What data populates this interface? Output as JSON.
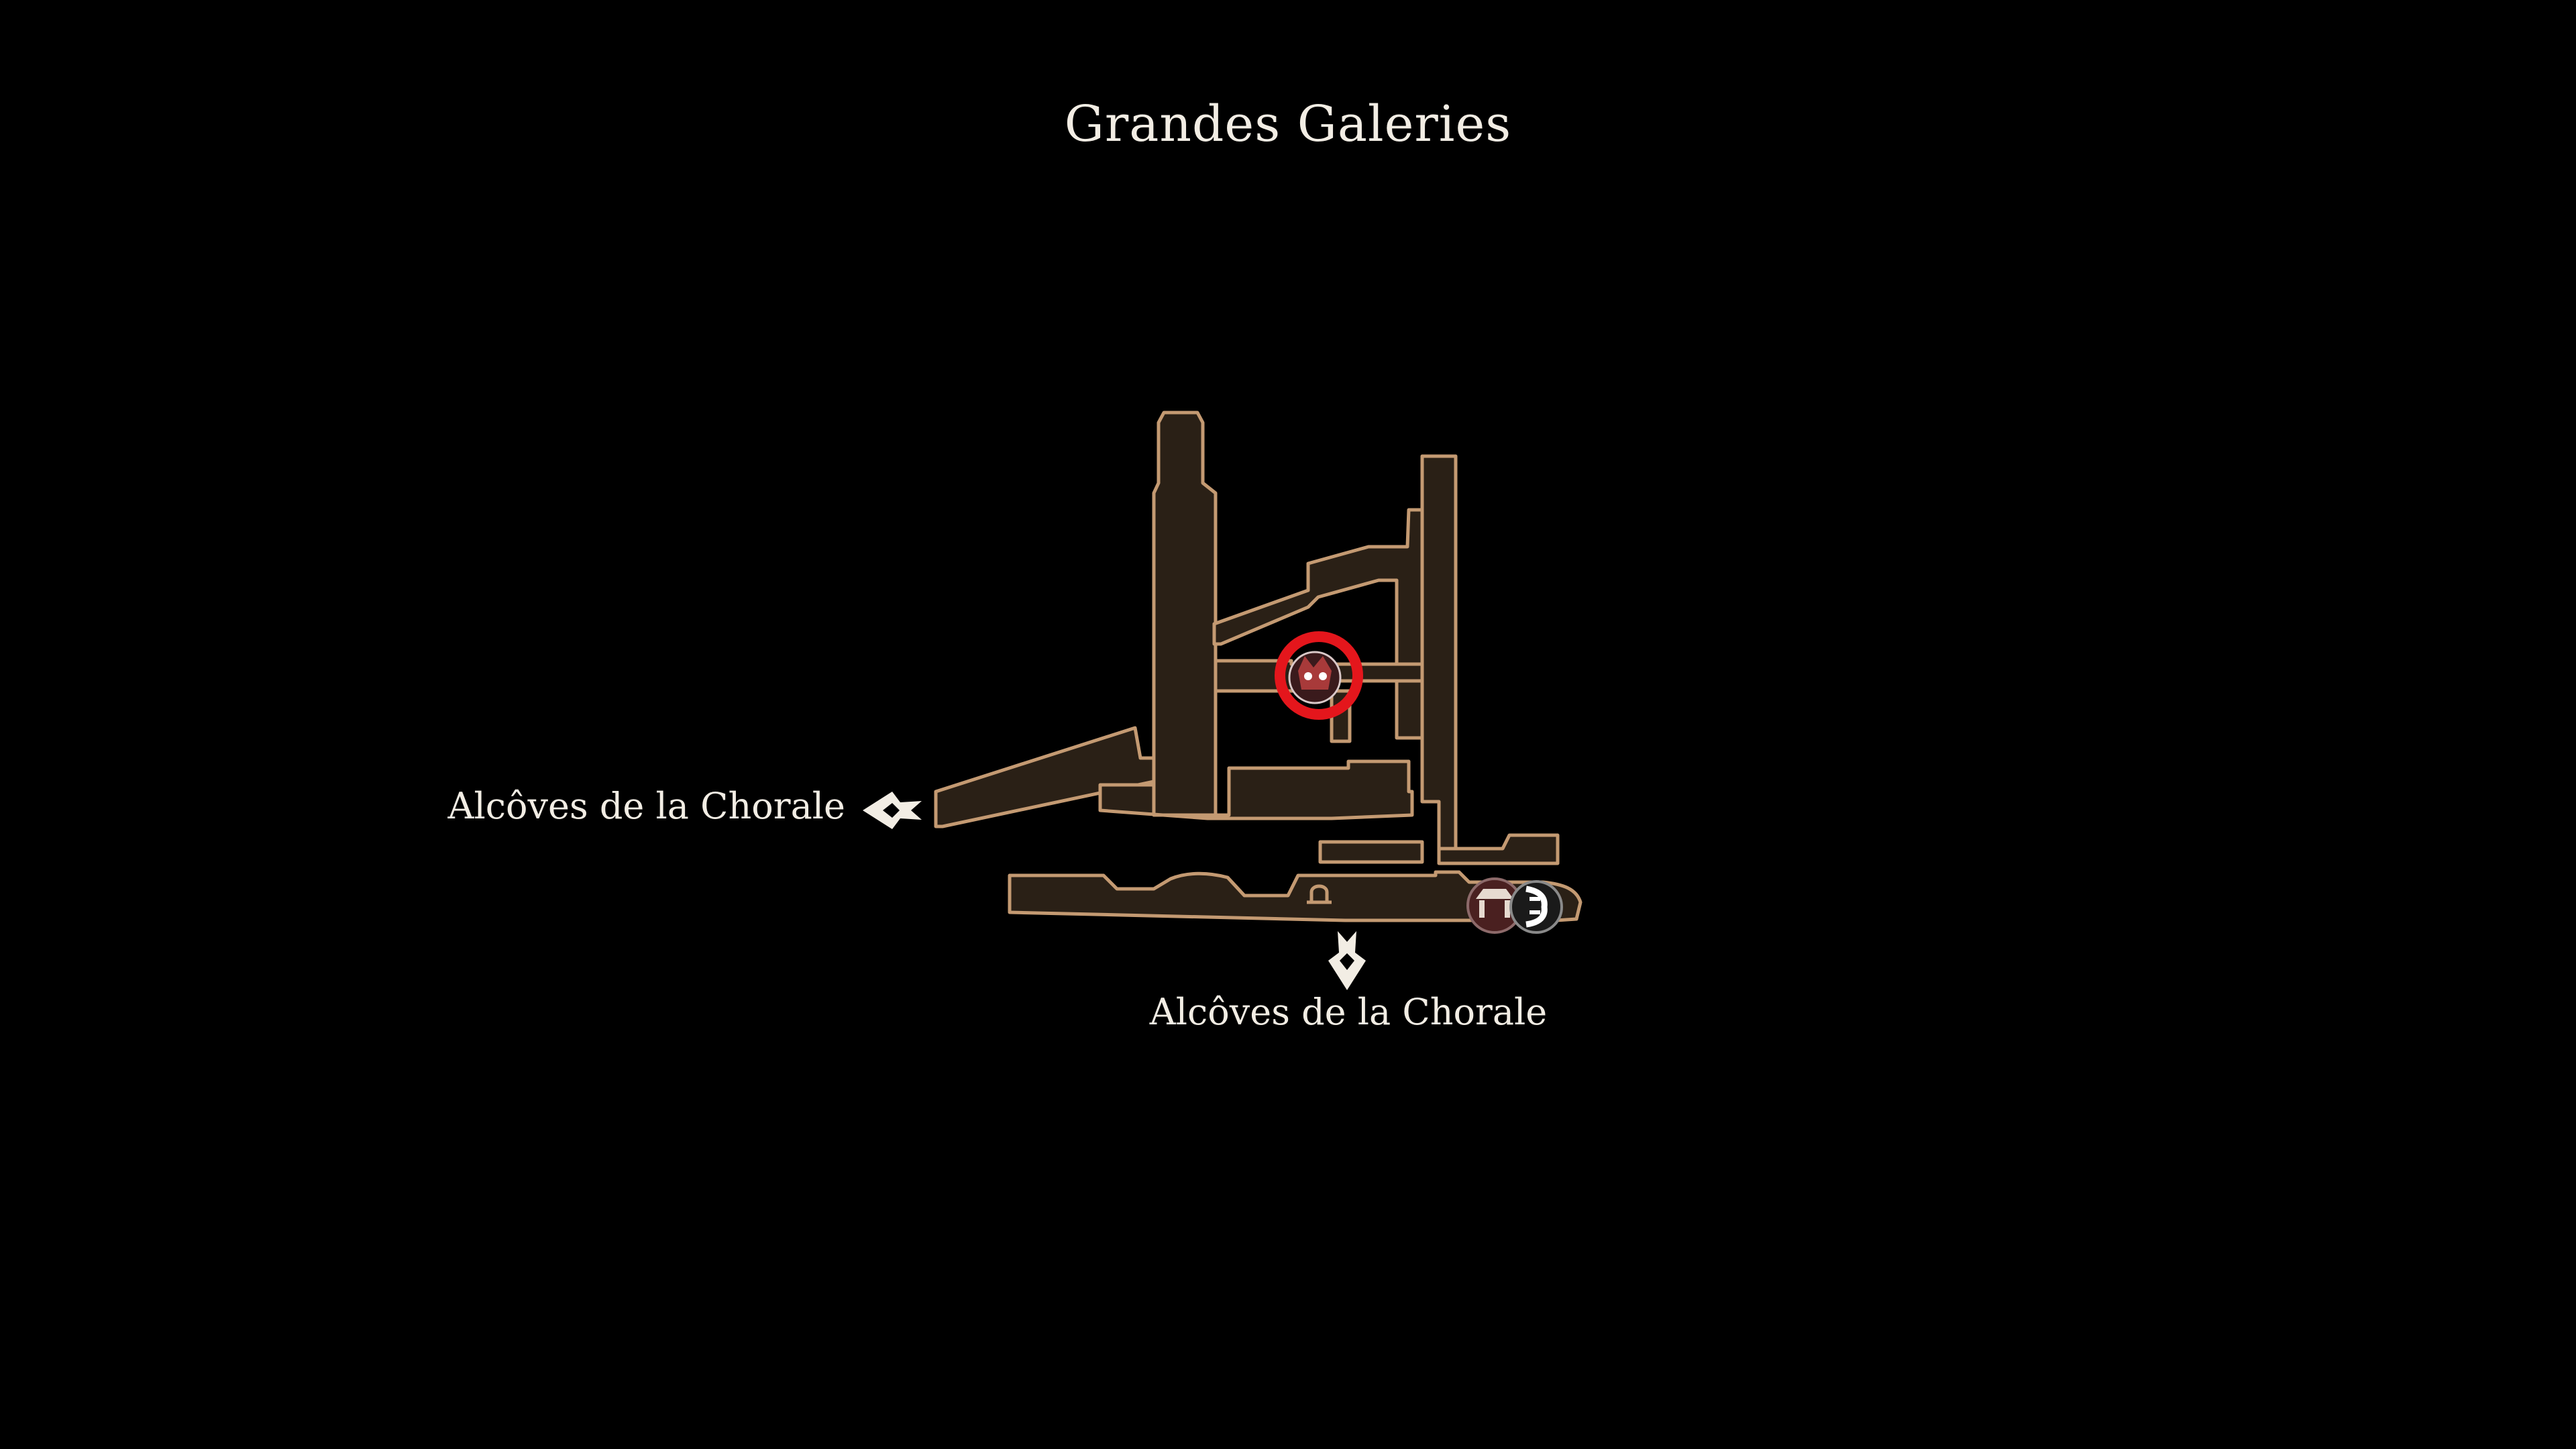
{
  "map": {
    "area_title": "Grandes Galeries",
    "exits": [
      {
        "label": "Alcôves de la Chorale",
        "direction": "west",
        "icon": "compass-arrow-icon"
      },
      {
        "label": "Alcôves de la Chorale",
        "direction": "south",
        "icon": "compass-arrow-icon"
      }
    ],
    "markers": [
      {
        "icon": "enemy-mask-icon",
        "highlighted": true
      },
      {
        "icon": "bench-icon",
        "highlighted": false
      },
      {
        "icon": "vendor-icon",
        "highlighted": false
      },
      {
        "icon": "bell-icon",
        "highlighted": false
      }
    ]
  },
  "colors": {
    "background": "#000000",
    "room_fill": "#2a2016",
    "room_outline": "#c49a72",
    "text": "#f2ede4",
    "highlight_ring": "#e4161c"
  }
}
